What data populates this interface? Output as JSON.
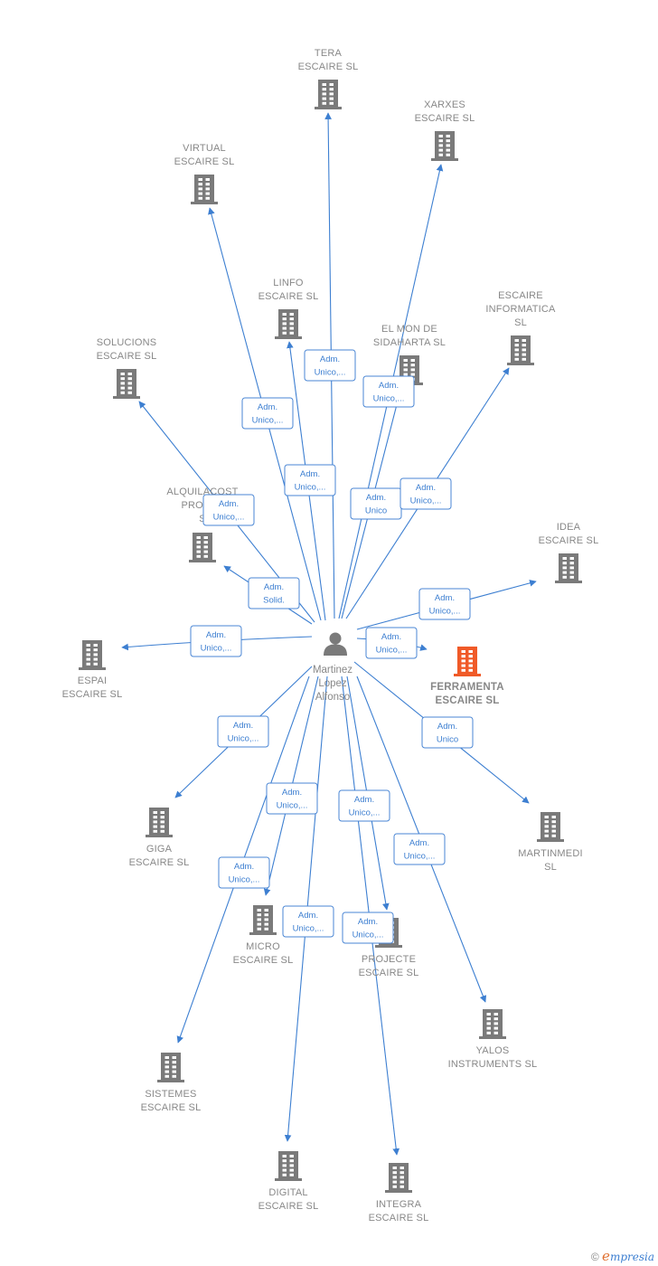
{
  "center": {
    "name_lines": [
      "Martinez",
      "Lopez",
      "Alfonso"
    ],
    "icon": "person-icon"
  },
  "colors": {
    "edge": "#3d7fd1",
    "building": "#7a7a7a",
    "focus": "#f05a28"
  },
  "nodes": [
    {
      "id": "tera",
      "lines": [
        "TERA",
        "ESCAIRE  SL"
      ]
    },
    {
      "id": "xarxes",
      "lines": [
        "XARXES",
        "ESCAIRE  SL"
      ]
    },
    {
      "id": "virtual",
      "lines": [
        "VIRTUAL",
        "ESCAIRE  SL"
      ]
    },
    {
      "id": "linfo",
      "lines": [
        "LINFO",
        "ESCAIRE  SL"
      ]
    },
    {
      "id": "escaire_informatica",
      "lines": [
        "ESCAIRE",
        "INFORMATICA",
        "SL"
      ]
    },
    {
      "id": "el_mon",
      "lines": [
        "EL MON DE",
        "SIDAHARTA  SL"
      ]
    },
    {
      "id": "solucions",
      "lines": [
        "SOLUCIONS",
        "ESCAIRE  SL"
      ]
    },
    {
      "id": "alquilacost",
      "lines": [
        "ALQUILACOST",
        "PROTEC",
        "S"
      ]
    },
    {
      "id": "idea",
      "lines": [
        "IDEA",
        "ESCAIRE  SL"
      ]
    },
    {
      "id": "espai",
      "lines": [
        "ESPAI",
        "ESCAIRE  SL"
      ]
    },
    {
      "id": "ferramenta",
      "lines": [
        "FERRAMENTA",
        "ESCAIRE  SL"
      ],
      "focus": true
    },
    {
      "id": "giga",
      "lines": [
        "GIGA",
        "ESCAIRE  SL"
      ]
    },
    {
      "id": "martinmedi",
      "lines": [
        "MARTINMEDI",
        "SL"
      ]
    },
    {
      "id": "micro",
      "lines": [
        "MICRO",
        "ESCAIRE  SL"
      ]
    },
    {
      "id": "projecte",
      "lines": [
        "PROJECTE",
        "ESCAIRE  SL"
      ]
    },
    {
      "id": "yalos",
      "lines": [
        "YALOS",
        "INSTRUMENTS SL"
      ]
    },
    {
      "id": "sistemes",
      "lines": [
        "SISTEMES",
        "ESCAIRE  SL"
      ]
    },
    {
      "id": "digital",
      "lines": [
        "DIGITAL",
        "ESCAIRE  SL"
      ]
    },
    {
      "id": "integra",
      "lines": [
        "INTEGRA",
        "ESCAIRE  SL"
      ]
    }
  ],
  "relations": [
    {
      "target": "tera",
      "lines": [
        "Adm.",
        "Unico,..."
      ]
    },
    {
      "target": "xarxes",
      "lines": [
        "Adm.",
        "Unico,..."
      ]
    },
    {
      "target": "virtual",
      "lines": [
        "Adm.",
        "Unico,..."
      ]
    },
    {
      "target": "linfo",
      "lines": [
        "Adm.",
        "Unico,..."
      ]
    },
    {
      "target": "el_mon",
      "lines": [
        "Adm.",
        "Unico"
      ]
    },
    {
      "target": "escaire_informatica",
      "lines": [
        "Adm.",
        "Unico,..."
      ]
    },
    {
      "target": "solucions",
      "lines": [
        "Adm.",
        "Unico,..."
      ]
    },
    {
      "target": "alquilacost",
      "lines": [
        "Adm.",
        "Solid."
      ]
    },
    {
      "target": "idea",
      "lines": [
        "Adm.",
        "Unico,..."
      ]
    },
    {
      "target": "espai",
      "lines": [
        "Adm.",
        "Unico,..."
      ]
    },
    {
      "target": "ferramenta",
      "lines": [
        "Adm.",
        "Unico,..."
      ]
    },
    {
      "target": "martinmedi",
      "lines": [
        "Adm.",
        "Unico"
      ]
    },
    {
      "target": "giga",
      "lines": [
        "Adm.",
        "Unico,..."
      ]
    },
    {
      "target": "micro",
      "lines": [
        "Adm.",
        "Unico,..."
      ]
    },
    {
      "target": "sistemes",
      "lines": [
        "Adm.",
        "Unico,..."
      ]
    },
    {
      "target": "projecte",
      "lines": [
        "Adm.",
        "Unico,..."
      ]
    },
    {
      "target": "yalos",
      "lines": [
        "Adm.",
        "Unico,..."
      ]
    },
    {
      "target": "digital",
      "lines": [
        "Adm.",
        "Unico,..."
      ]
    },
    {
      "target": "integra",
      "lines": [
        "Adm.",
        "Unico,..."
      ]
    }
  ],
  "watermark": {
    "copyright": "©",
    "brand_initial": "e",
    "brand_rest": "mpresia"
  }
}
